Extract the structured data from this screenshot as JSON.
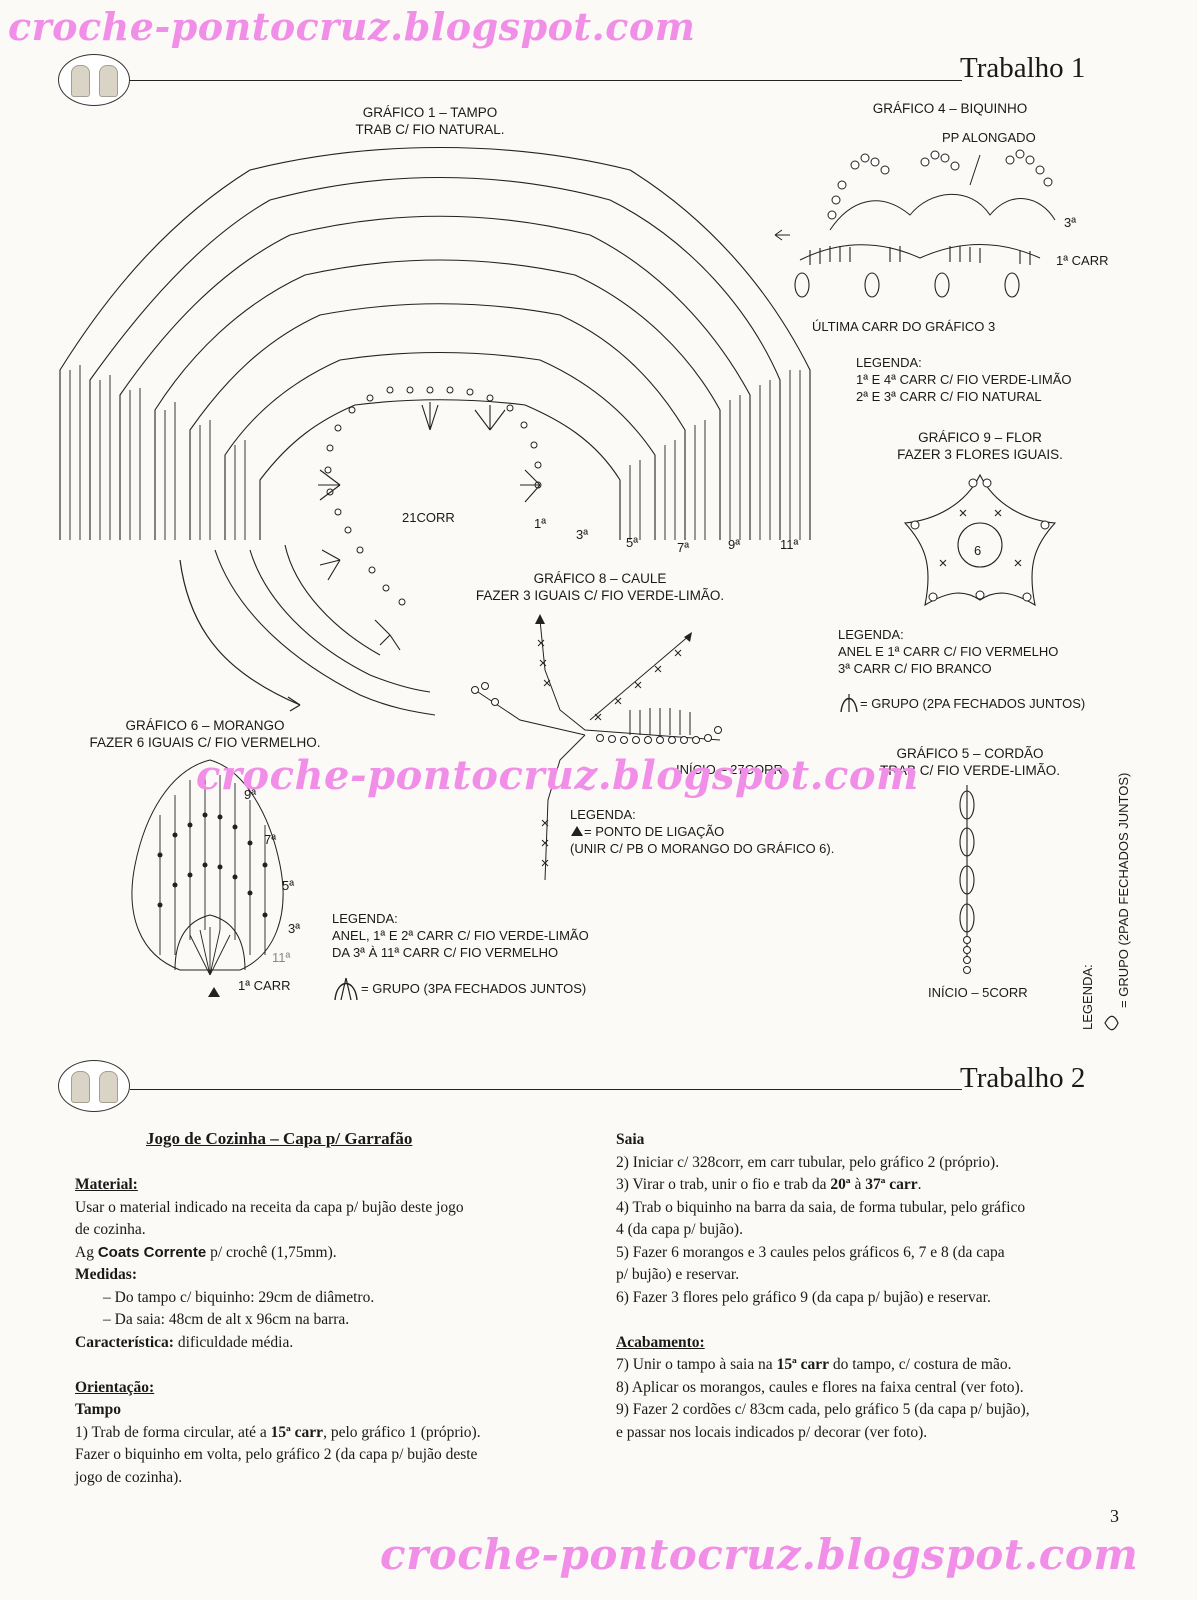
{
  "watermark": "croche-pontocruz.blogspot.com",
  "trabalho1": "Trabalho 1",
  "trabalho2": "Trabalho 2",
  "page_number": "3",
  "g1": {
    "title": "GRÁFICO 1 – TAMPO",
    "sub": "TRAB C/ FIO NATURAL.",
    "center": "21CORR",
    "rows": [
      "1ª",
      "3ª",
      "5ª",
      "7ª",
      "9ª",
      "11ª"
    ]
  },
  "g4": {
    "title": "GRÁFICO 4 – BIQUINHO",
    "pp": "PP ALONGADO",
    "r3": "3ª",
    "r1": "1ª CARR",
    "last": "ÚLTIMA CARR DO GRÁFICO 3",
    "legend": [
      "LEGENDA:",
      "1ª E 4ª CARR C/ FIO VERDE-LIMÃO",
      "2ª E 3ª CARR C/ FIO NATURAL"
    ]
  },
  "g9": {
    "title": "GRÁFICO 9 – FLOR",
    "sub": "FAZER 3 FLORES IGUAIS.",
    "center": "6",
    "legend": [
      "LEGENDA:",
      "ANEL E 1ª CARR C/ FIO VERMELHO",
      "3ª CARR C/ FIO BRANCO"
    ],
    "grupo": "= GRUPO (2PA FECHADOS JUNTOS)"
  },
  "g8": {
    "title": "GRÁFICO 8 – CAULE",
    "sub": "FAZER 3 IGUAIS C/ FIO VERDE-LIMÃO.",
    "inicio": "INÍCIO – 27CORR",
    "legend": [
      "LEGENDA:",
      "= PONTO DE LIGAÇÃO",
      "(UNIR C/ PB O MORANGO DO GRÁFICO 6)."
    ]
  },
  "g6": {
    "title": "GRÁFICO 6 – MORANGO",
    "sub": "FAZER 6 IGUAIS C/ FIO VERMELHO.",
    "rows": [
      "9ª",
      "7ª",
      "5ª",
      "3ª",
      "11ª"
    ],
    "r1": "1ª CARR",
    "legend": [
      "LEGENDA:",
      "ANEL, 1ª E 2ª CARR C/ FIO VERDE-LIMÃO",
      "DA 3ª À 11ª CARR C/ FIO VERMELHO"
    ],
    "grupo": "= GRUPO (3PA FECHADOS JUNTOS)"
  },
  "g5": {
    "title": "GRÁFICO 5 – CORDÃO",
    "sub": "TRAB C/ FIO VERDE-LIMÃO.",
    "inicio": "INÍCIO – 5CORR",
    "legend_vert": "LEGENDA:",
    "grupo_vert": "= GRUPO (2PAD FECHADOS JUNTOS)"
  },
  "recipe": {
    "title": "Jogo de Cozinha – Capa p/ Garrafão",
    "material_h": "Material:",
    "material_1": "Usar o material indicado na receita da capa p/ bujão deste jogo",
    "material_2": "de cozinha.",
    "ag_pre": "Ag ",
    "ag_brand": "Coats Corrente",
    "ag_post": " p/ crochê (1,75mm).",
    "medidas_h": "Medidas:",
    "medidas_1": "– Do tampo c/ biquinho: 29cm de diâmetro.",
    "medidas_2": "– Da saia: 48cm de alt x 96cm na barra.",
    "carac_h": "Característica:",
    "carac_t": " dificuldade média.",
    "orient_h": "Orientação:",
    "tampo_h": "Tampo",
    "t1_a": "1) Trab de forma circular, até a ",
    "t1_b": "15ª carr",
    "t1_c": ", pelo gráfico 1 (próprio).",
    "t2": "Fazer o biquinho em volta, pelo gráfico 2 (da capa p/ bujão deste",
    "t3": "jogo de cozinha).",
    "saia_h": "Saia",
    "s2": "2) Iniciar c/ 328corr, em carr tubular, pelo gráfico 2 (próprio).",
    "s3_a": "3) Virar o trab, unir o fio e trab da ",
    "s3_b": "20ª",
    "s3_c": " à ",
    "s3_d": "37ª carr",
    "s3_e": ".",
    "s4a": "4) Trab o biquinho na barra da saia, de forma tubular, pelo gráfico",
    "s4b": "4 (da capa p/ bujão).",
    "s5a": "5) Fazer 6 morangos e 3 caules pelos gráficos 6, 7 e 8 (da capa",
    "s5b": "p/ bujão) e reservar.",
    "s6": "6) Fazer 3 flores pelo gráfico 9 (da capa p/ bujão) e reservar.",
    "acab_h": "Acabamento:",
    "a7_a": "7) Unir o tampo à saia na ",
    "a7_b": "15ª carr",
    "a7_c": " do tampo, c/ costura de mão.",
    "a8": "8) Aplicar os morangos, caules e flores na faixa central (ver foto).",
    "a9a": "9) Fazer 2 cordões c/ 83cm cada, pelo gráfico 5 (da capa p/ bujão),",
    "a9b": "e passar nos locais indicados p/ decorar (ver foto)."
  }
}
